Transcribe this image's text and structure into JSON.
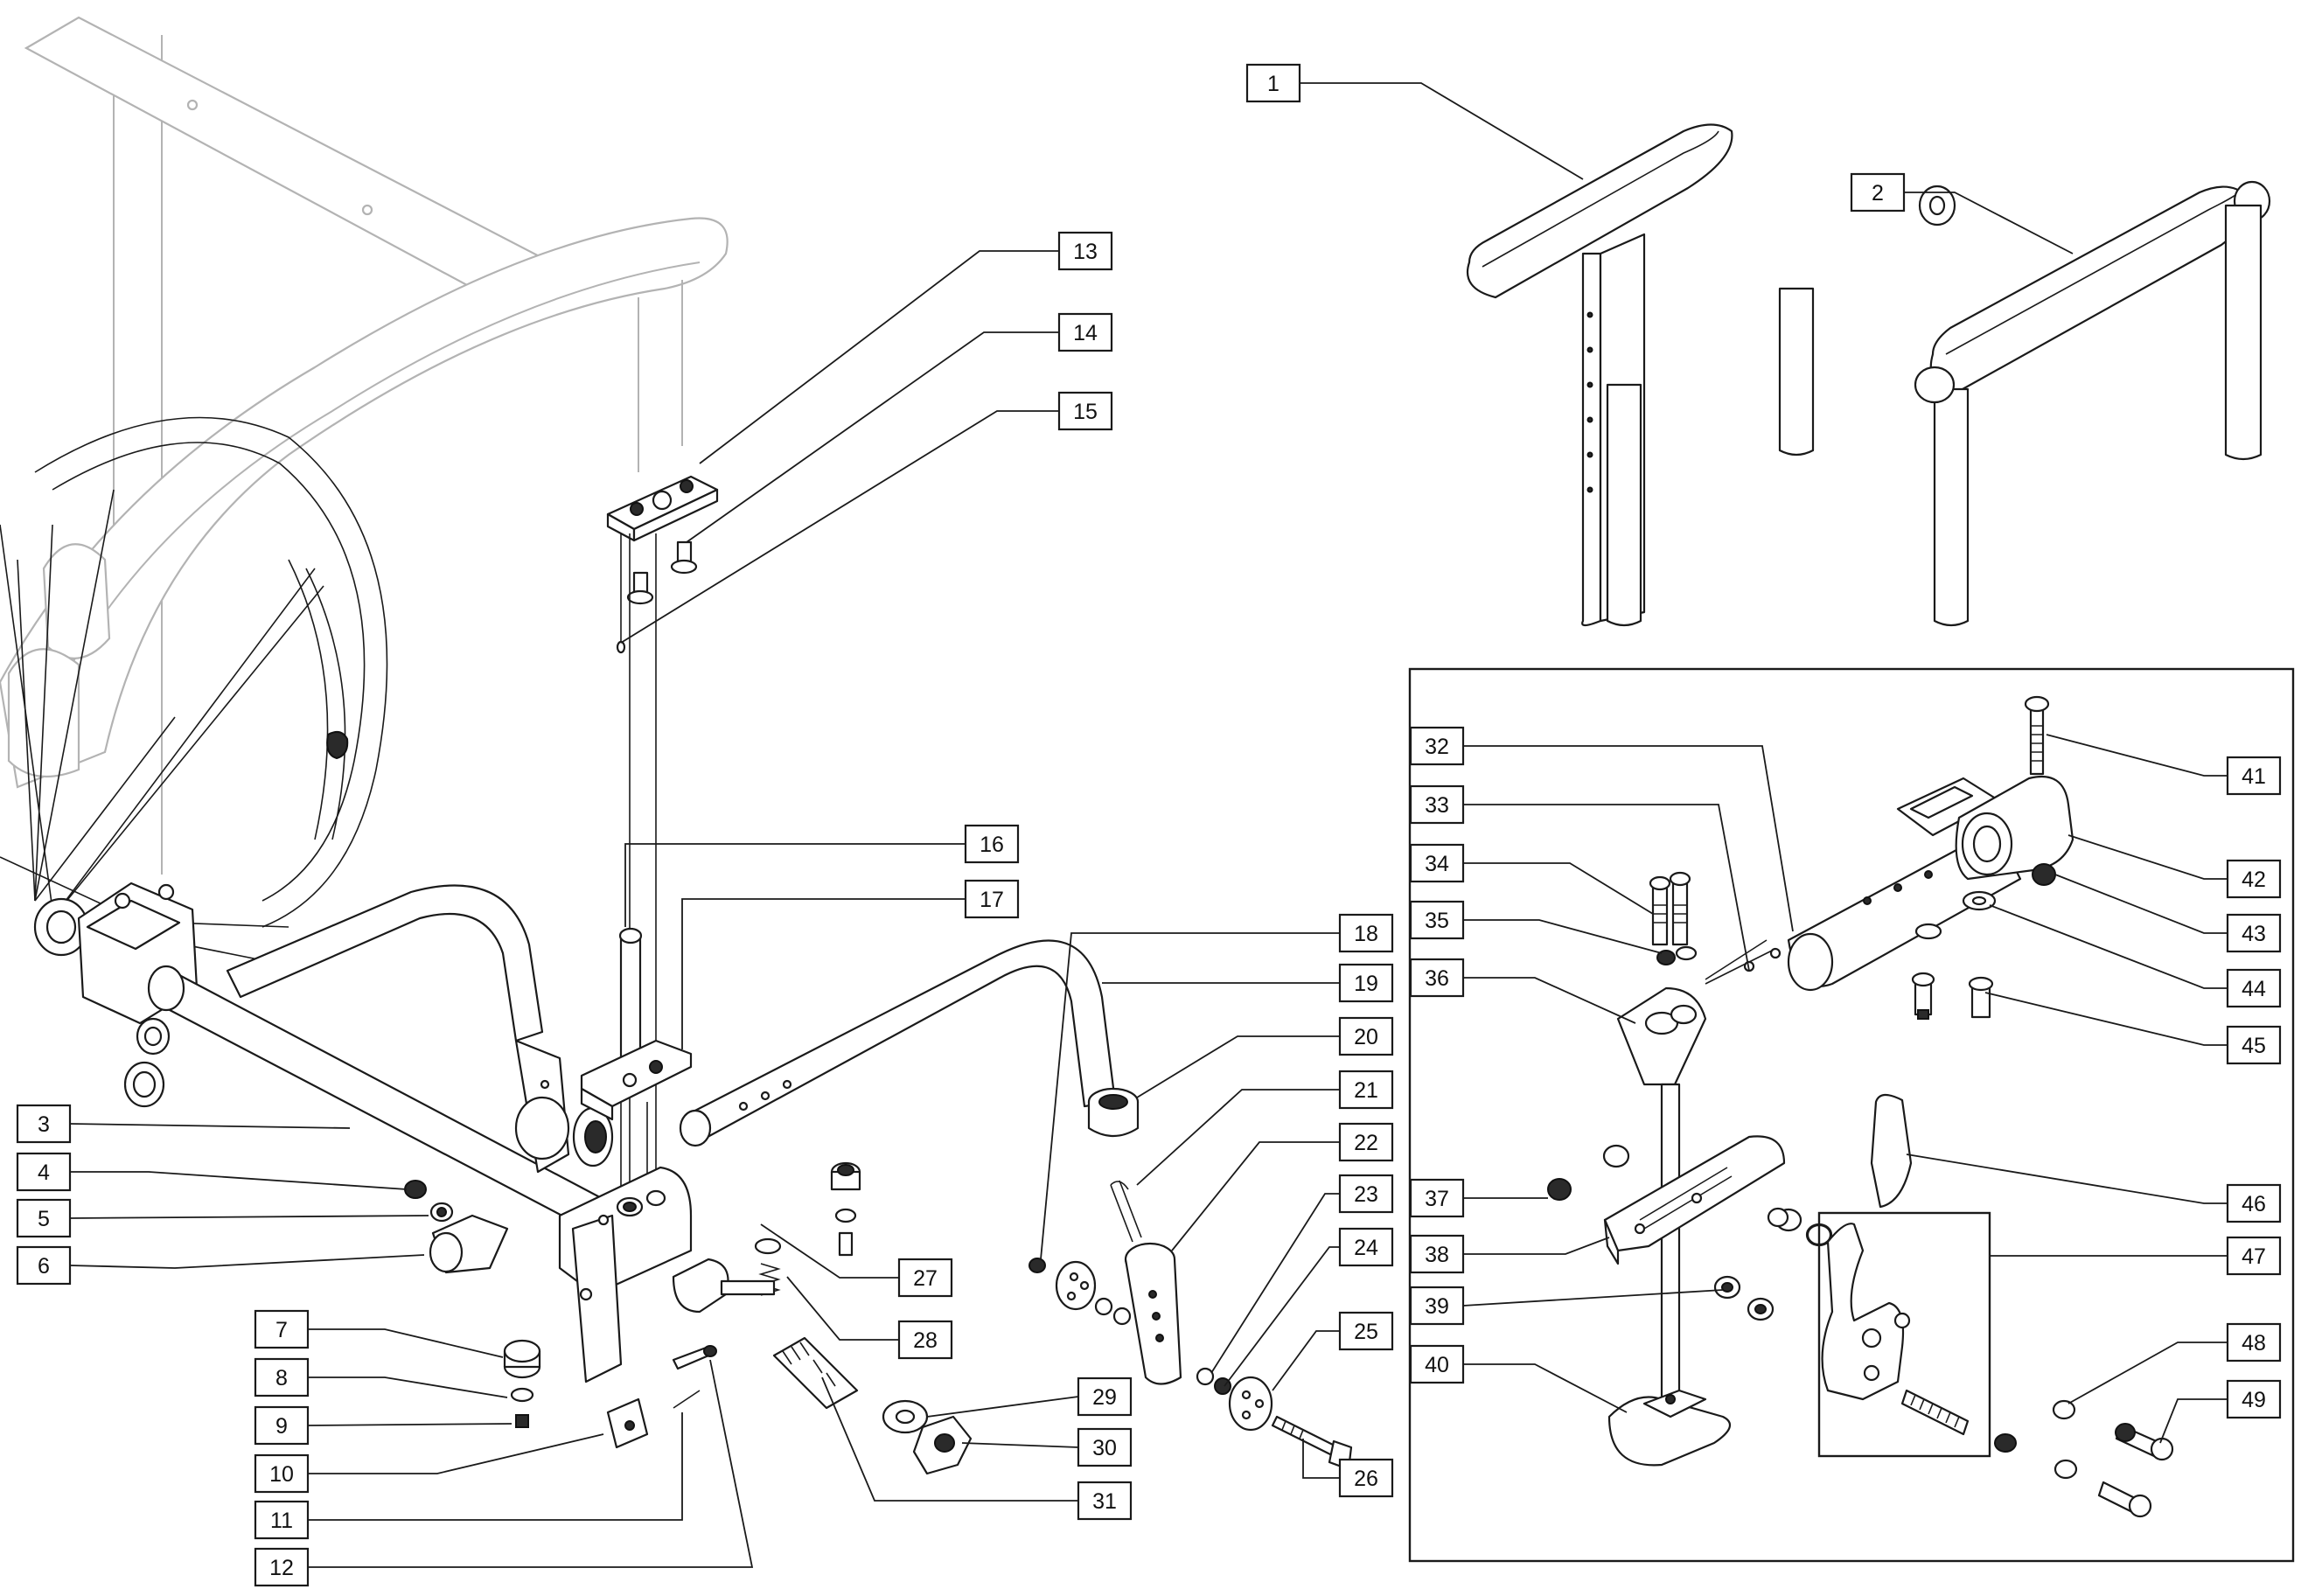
{
  "callouts": [
    {
      "label": "1"
    },
    {
      "label": "2"
    },
    {
      "label": "3"
    },
    {
      "label": "4"
    },
    {
      "label": "5"
    },
    {
      "label": "6"
    },
    {
      "label": "7"
    },
    {
      "label": "8"
    },
    {
      "label": "9"
    },
    {
      "label": "10"
    },
    {
      "label": "11"
    },
    {
      "label": "12"
    },
    {
      "label": "13"
    },
    {
      "label": "14"
    },
    {
      "label": "15"
    },
    {
      "label": "16"
    },
    {
      "label": "17"
    },
    {
      "label": "18"
    },
    {
      "label": "19"
    },
    {
      "label": "20"
    },
    {
      "label": "21"
    },
    {
      "label": "22"
    },
    {
      "label": "23"
    },
    {
      "label": "24"
    },
    {
      "label": "25"
    },
    {
      "label": "26"
    },
    {
      "label": "27"
    },
    {
      "label": "28"
    },
    {
      "label": "29"
    },
    {
      "label": "30"
    },
    {
      "label": "31"
    },
    {
      "label": "32"
    },
    {
      "label": "33"
    },
    {
      "label": "34"
    },
    {
      "label": "35"
    },
    {
      "label": "36"
    },
    {
      "label": "37"
    },
    {
      "label": "38"
    },
    {
      "label": "39"
    },
    {
      "label": "40"
    },
    {
      "label": "41"
    },
    {
      "label": "42"
    },
    {
      "label": "43"
    },
    {
      "label": "44"
    },
    {
      "label": "45"
    },
    {
      "label": "46"
    },
    {
      "label": "47"
    },
    {
      "label": "48"
    },
    {
      "label": "49"
    }
  ]
}
